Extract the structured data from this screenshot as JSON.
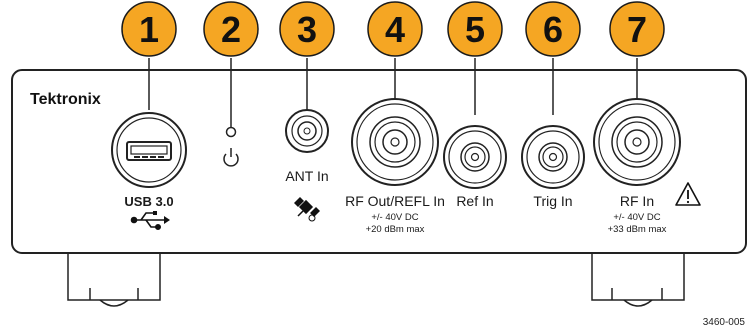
{
  "brand": {
    "logo_text": "Tektronix"
  },
  "callouts": [
    {
      "number": "1",
      "target": "usb-port"
    },
    {
      "number": "2",
      "target": "power-led"
    },
    {
      "number": "3",
      "target": "ant-in"
    },
    {
      "number": "4",
      "target": "rf-out-refl-in"
    },
    {
      "number": "5",
      "target": "ref-in"
    },
    {
      "number": "6",
      "target": "trig-in"
    },
    {
      "number": "7",
      "target": "rf-in"
    }
  ],
  "ports": {
    "usb": {
      "label": "USB 3.0",
      "icon": "usb-symbol-icon"
    },
    "power": {
      "icon": "power-icon"
    },
    "ant_in": {
      "label": "ANT In",
      "icon": "satellite-icon"
    },
    "rf_out": {
      "label": "RF Out/REFL In",
      "spec_line1": "+/- 40V DC",
      "spec_line2": "+20 dBm max"
    },
    "ref_in": {
      "label": "Ref In"
    },
    "trig_in": {
      "label": "Trig In"
    },
    "rf_in": {
      "label": "RF In",
      "spec_line1": "+/- 40V DC",
      "spec_line2": "+33 dBm max",
      "icon": "warning-triangle-icon"
    }
  },
  "figure_id": "3460-005",
  "colors": {
    "callout_fill": "#f5a623",
    "callout_stroke": "#1a1a1a",
    "panel_stroke": "#222222",
    "line": "#222222"
  }
}
